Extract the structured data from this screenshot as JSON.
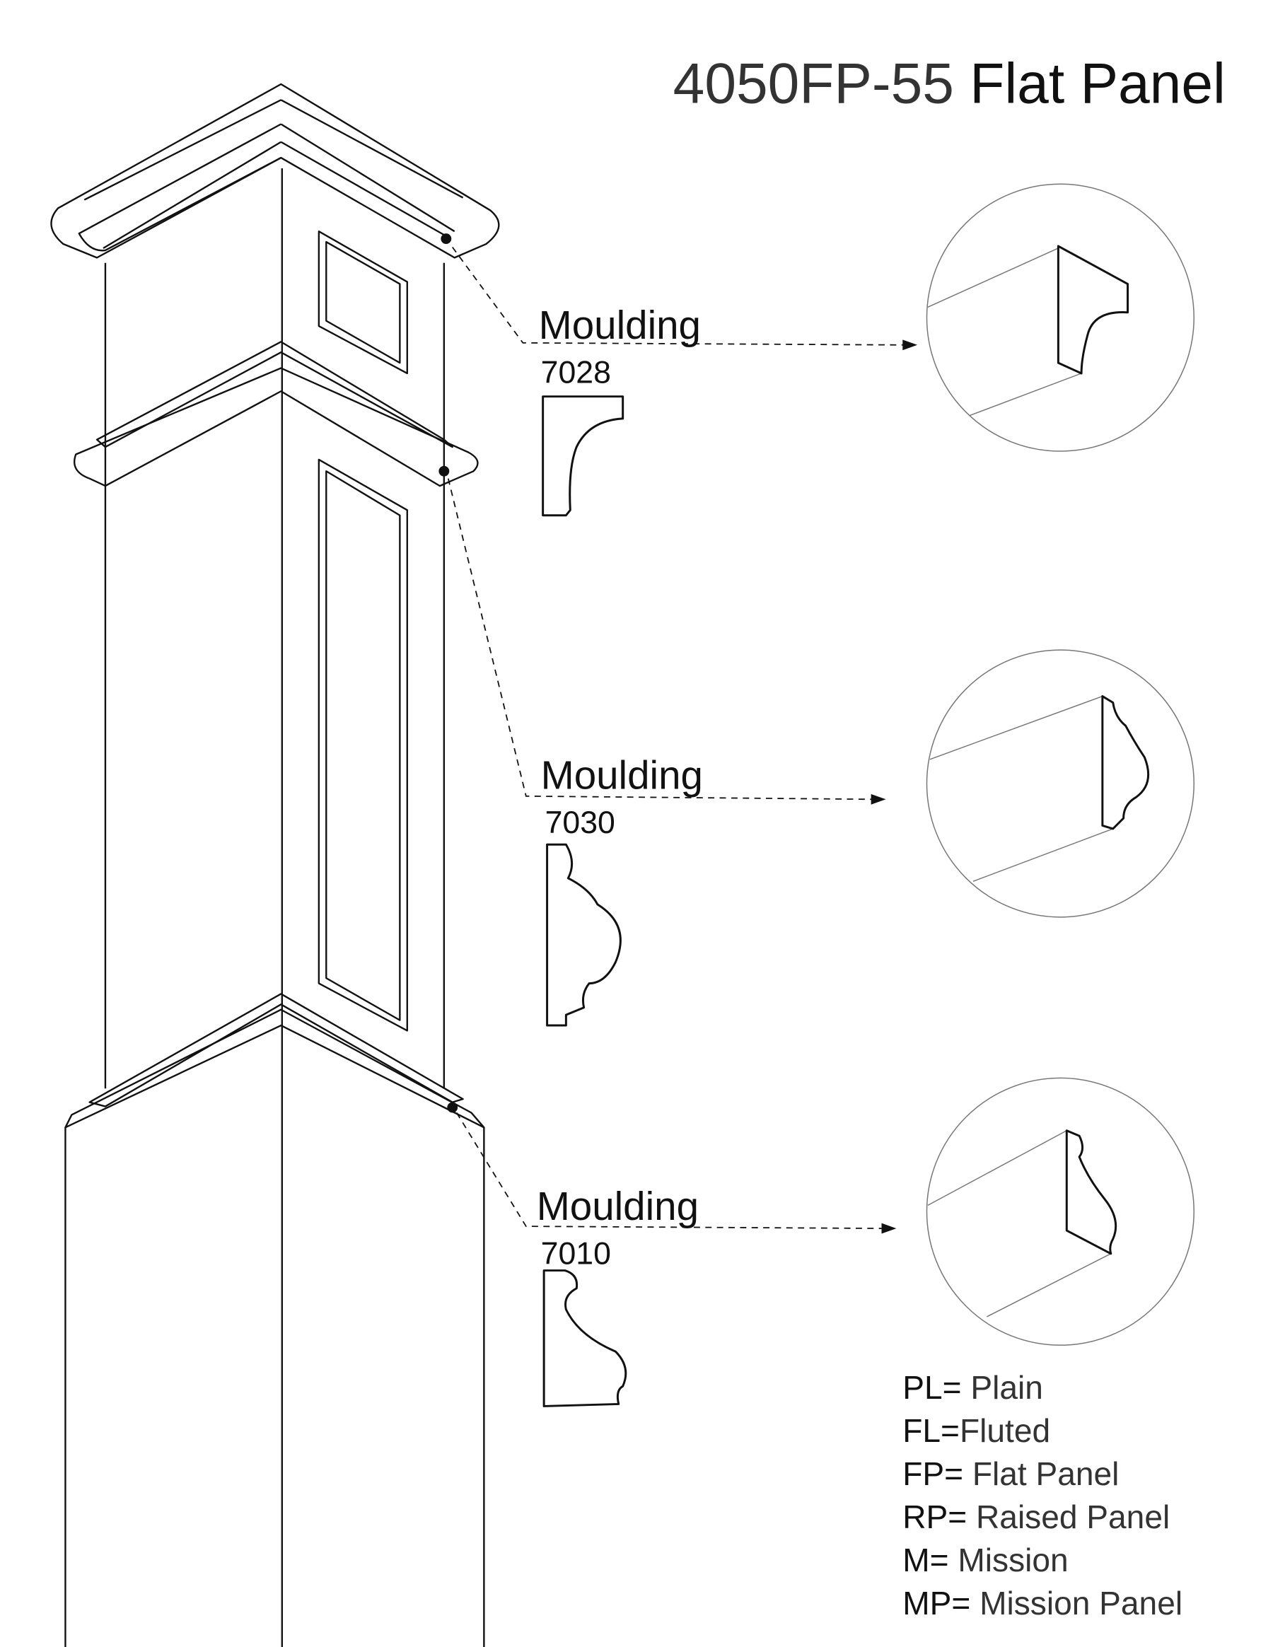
{
  "title": {
    "code": "4050FP-55",
    "name": "Flat Panel"
  },
  "callouts": [
    {
      "label": "Moulding",
      "number": "7028"
    },
    {
      "label": "Moulding",
      "number": "7030"
    },
    {
      "label": "Moulding",
      "number": "7010"
    }
  ],
  "legend": [
    {
      "key": "PL=",
      "value": " Plain"
    },
    {
      "key": "FL=",
      "value": "Fluted"
    },
    {
      "key": "FP=",
      "value": " Flat Panel"
    },
    {
      "key": "RP=",
      "value": " Raised Panel"
    },
    {
      "key": "M=",
      "value": " Mission"
    },
    {
      "key": "MP=",
      "value": " Mission Panel"
    }
  ]
}
